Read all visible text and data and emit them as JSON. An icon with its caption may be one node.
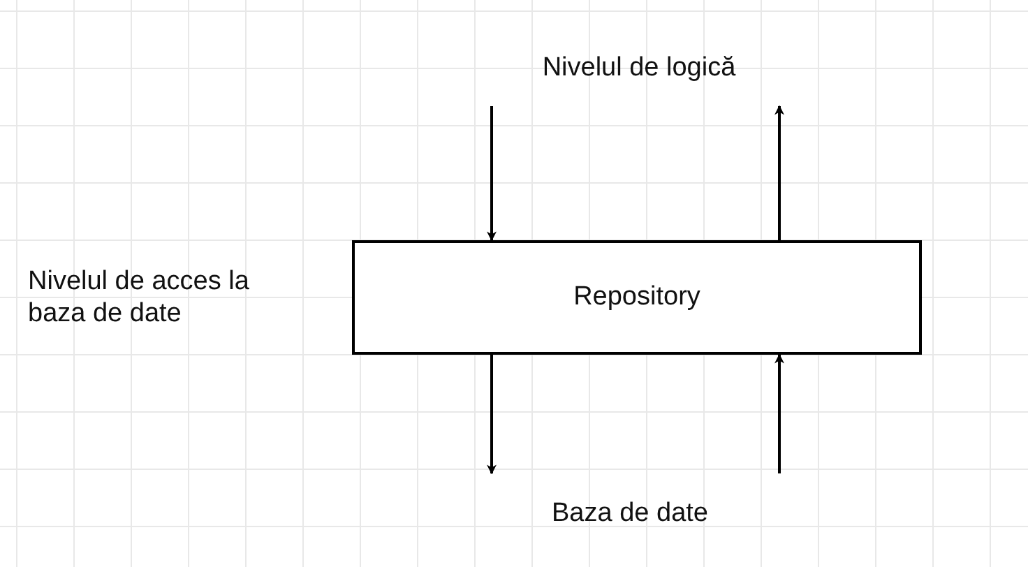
{
  "diagram": {
    "nodes": [
      {
        "text": [
          "Nivelul de logică"
        ]
      },
      {
        "text": [
          "Repository"
        ]
      },
      {
        "text": [
          "Baza de date"
        ]
      }
    ],
    "edges": [
      {
        "from": 0,
        "to": 1,
        "arrow": "to"
      },
      {
        "from": 1,
        "to": 0,
        "arrow": "to"
      },
      {
        "from": 1,
        "to": 2,
        "arrow": "to"
      },
      {
        "from": 2,
        "to": 1,
        "arrow": "to"
      }
    ],
    "labels": [
      "Nivelul de acces la baza de date"
    ]
  }
}
